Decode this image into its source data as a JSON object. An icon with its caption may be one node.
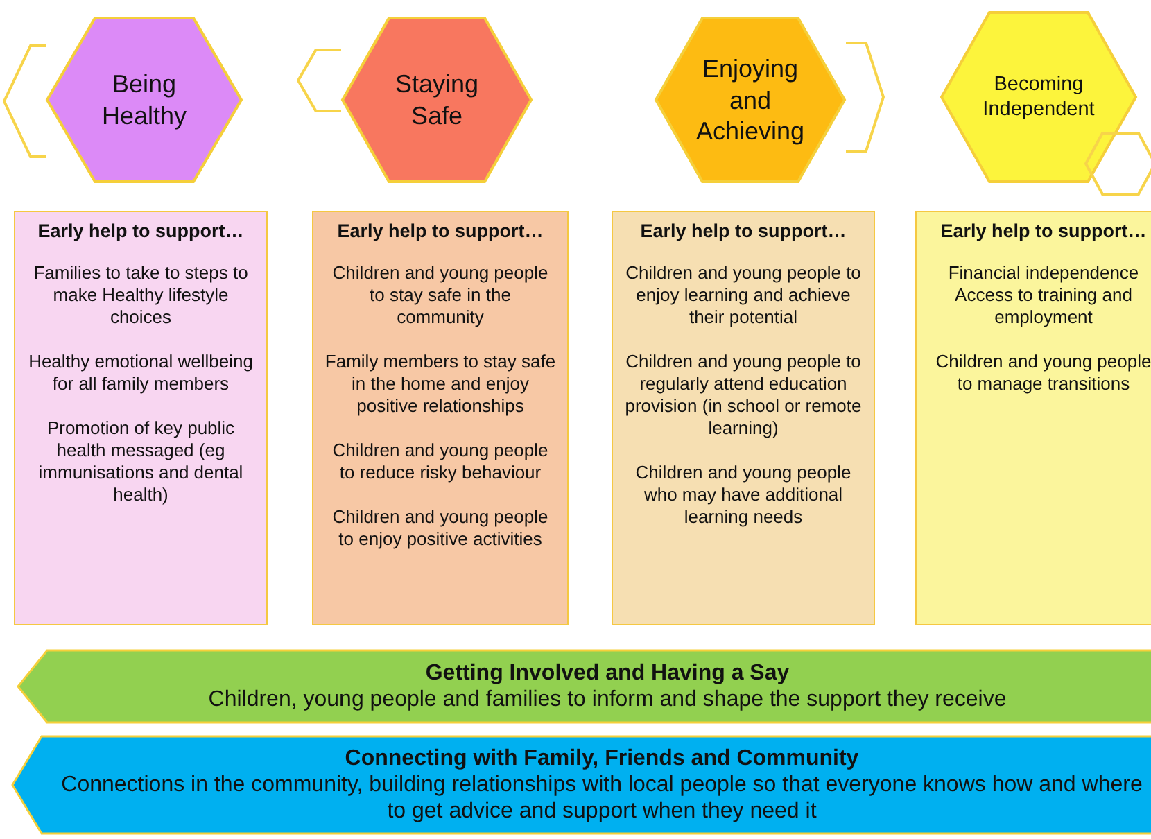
{
  "diagram": {
    "nodes": [
      {
        "text": [],
        "shape": "hexagon"
      },
      {
        "text": [
          "Being Healthy"
        ]
      },
      {
        "text": [],
        "shape": "hexagon"
      },
      {
        "text": [
          "Staying Safe"
        ]
      },
      {
        "text": [
          "Enjoying and Achieving"
        ]
      },
      {
        "text": [],
        "shape": "hexagon"
      },
      {
        "text": [
          "Becoming Independent"
        ]
      },
      {
        "text": [],
        "shape": "hexagon"
      },
      {
        "text": [
          "Early help to support…",
          "Families to take to steps to make Healthy lifestyle choices",
          "Healthy emotional wellbeing for all family members",
          "Promotion of key public health messaged (eg immunisations and dental health)"
        ]
      },
      {
        "text": [
          "Early help to support…",
          "Children and young people to stay safe in the community",
          "Family members to stay safe in the home and enjoy positive relationships",
          "Children and young people to reduce risky behaviour",
          "Children and young people to enjoy positive activities"
        ]
      },
      {
        "text": [
          "Early help to support…",
          "Children and young people to enjoy learning and achieve their potential",
          "Children and young people to regularly attend education provision (in school or remote learning)",
          "Children and young people who may have additional learning needs"
        ]
      },
      {
        "text": [
          "Early help to support…",
          "Financial independence",
          "Access to training and employment",
          "Children and young people to manage transitions"
        ]
      },
      {
        "text": [
          "Getting Involved and Having a Say",
          "Children, young people and families to inform and shape the support they receive"
        ]
      },
      {
        "text": [
          "Connecting with Family, Friends and Community",
          "Connections in the community, building relationships with local people so that everyone knows how and where to get advice and support when they need it"
        ]
      }
    ]
  }
}
